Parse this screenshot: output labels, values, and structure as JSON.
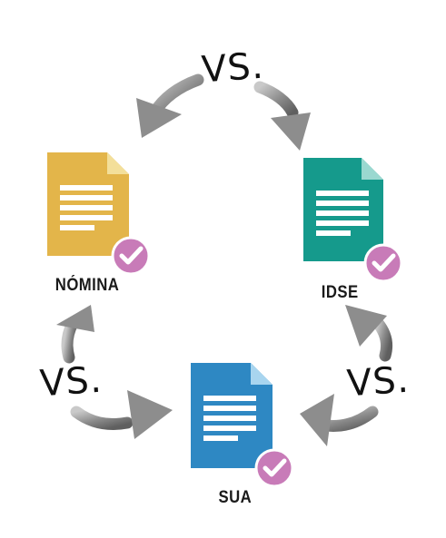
{
  "colors": {
    "nomina": "#e3b54a",
    "idse": "#159a8c",
    "sua": "#2e88c3",
    "check_badge": "#c87bb8",
    "arrow": "#8f8f8f"
  },
  "documents": {
    "nomina": {
      "label": "NÓMINA",
      "icon": "document-icon"
    },
    "idse": {
      "label": "IDSE",
      "icon": "document-icon"
    },
    "sua": {
      "label": "SUA",
      "icon": "document-icon"
    }
  },
  "comparisons": {
    "top": {
      "label": "VS."
    },
    "left": {
      "label": "VS."
    },
    "right": {
      "label": "VS."
    }
  }
}
